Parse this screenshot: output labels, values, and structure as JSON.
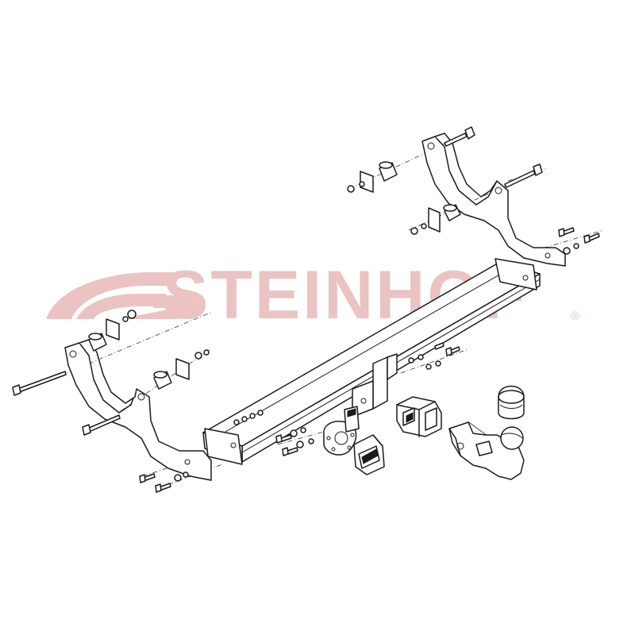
{
  "watermark": {
    "brand": "STEINHOF",
    "registered_mark": "®",
    "color": "#ebc3c3"
  },
  "drawing": {
    "line_color": "#1a1a1a",
    "background": "#ffffff",
    "components": [
      "tow-bar-crossbeam",
      "left-bracket",
      "right-bracket",
      "tow-ball-neck",
      "ball-cover-cap",
      "socket-plate",
      "electrical-socket",
      "ball-mount-clamp",
      "bolts",
      "nuts",
      "washers",
      "spacer-tubes",
      "square-plates"
    ]
  }
}
